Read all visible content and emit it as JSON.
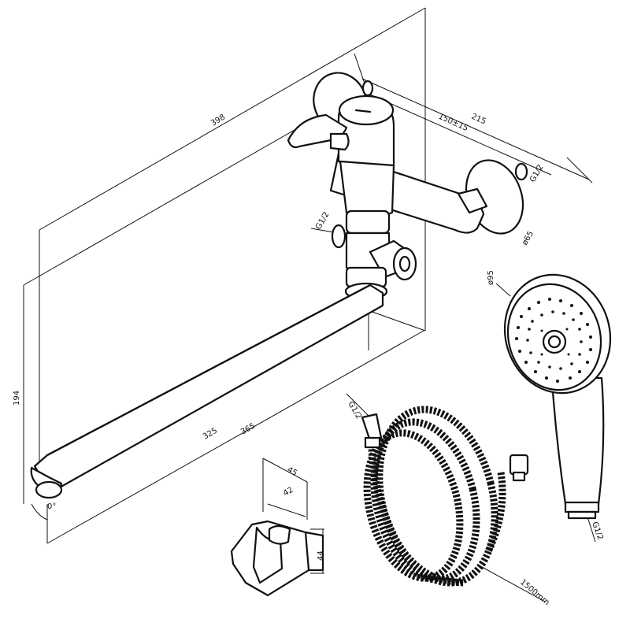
{
  "dimensions": {
    "overall_length": "398",
    "center_distance": "215",
    "center_tolerance": "150±15",
    "inlet_thread_right": "G1/2",
    "inlet_thread_left": "G1/2",
    "flange_diameter": "ø65",
    "height": "194",
    "spout_reach_inner": "325",
    "spout_reach_outer": "365",
    "swivel_angle": "0°",
    "holder_width_outer": "45",
    "holder_width_inner": "42",
    "holder_height": "44",
    "hose_thread": "G1/2",
    "hose_length": "1500mm",
    "head_diameter": "ø95",
    "head_thread": "G1/2"
  }
}
